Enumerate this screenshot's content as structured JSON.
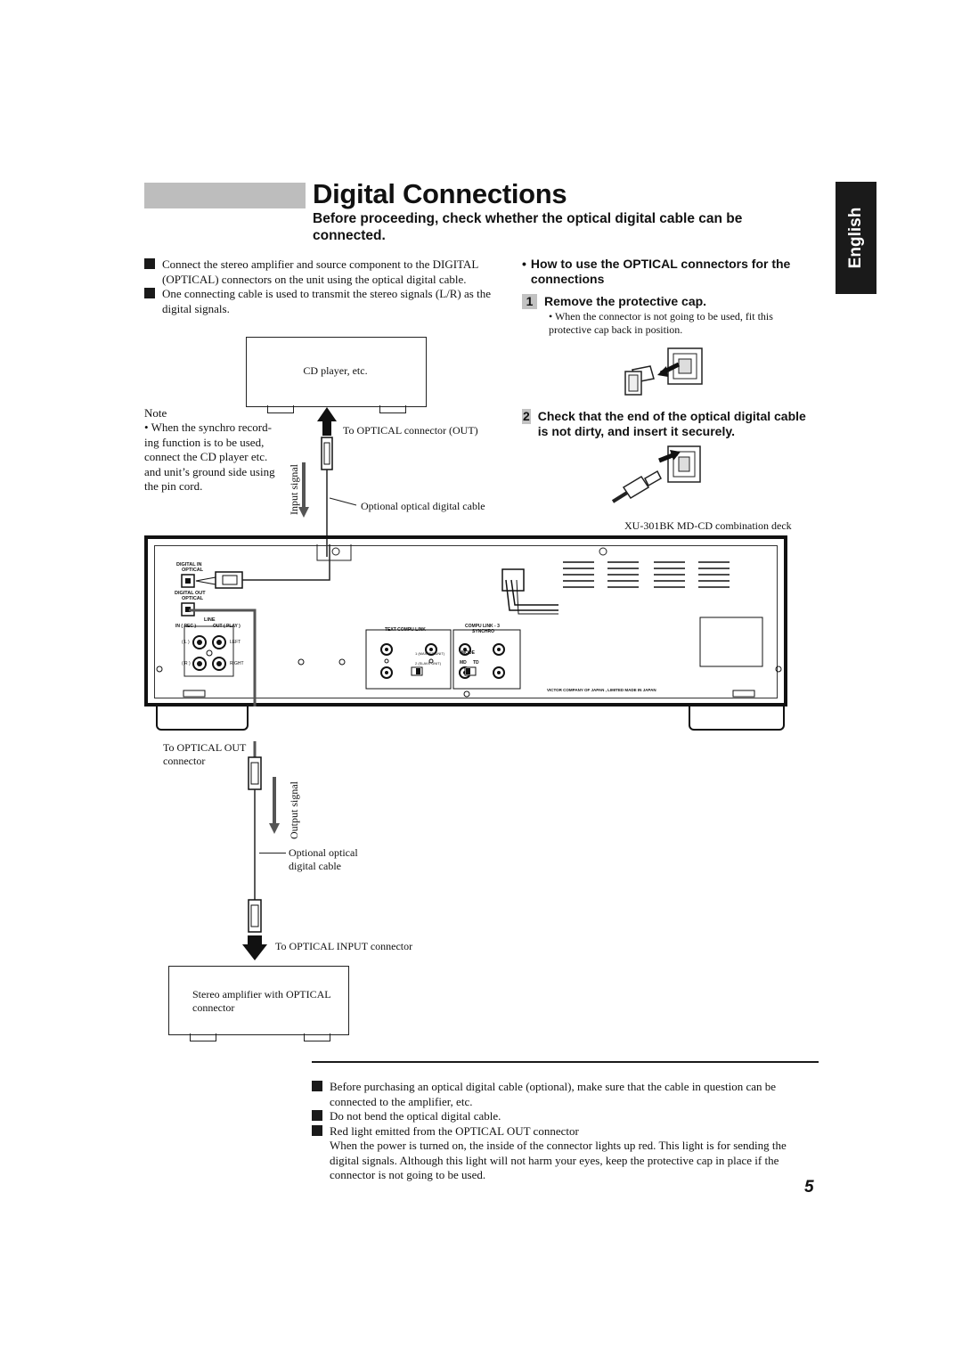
{
  "header": {
    "title": "Digital Connections",
    "lead": "Before proceeding, check whether the optical digital cable can be connected.",
    "language_tab": "English"
  },
  "intro": {
    "items": [
      "Connect the stereo amplifier and source component to the DIGITAL (OPTICAL) connectors on the unit using the optical digital cable.",
      "One connecting cable is used to transmit the stereo signals (L/R) as the digital signals."
    ]
  },
  "note": {
    "title": "Note",
    "body": "• When the synchro record- ing function is to be used, connect the CD player etc. and unit’s ground side using the pin cord."
  },
  "howto": {
    "heading": "How to use the OPTICAL connectors for the connections",
    "bullet": "•",
    "steps": [
      {
        "num": "1",
        "text": "Remove the protective cap.",
        "detail": "• When the connector is not going to be used, fit this protective cap back in position."
      },
      {
        "num": "2",
        "text": "Check that the end of the optical digital cable is not dirty, and insert it securely."
      }
    ]
  },
  "diagram": {
    "cd_player": "CD player, etc.",
    "to_optical_out_upper": "To OPTICAL connector (OUT)",
    "input_signal": "Input signal",
    "optional_cable_upper": "Optional optical digital cable",
    "deck_caption": "XU-301BK MD-CD combination deck",
    "to_optical_out_lower": "To  OPTICAL OUT connector",
    "output_signal": "Output signal",
    "optional_cable_lower": "Optional optical digital cable",
    "to_optical_input": "To OPTICAL INPUT connector",
    "amplifier": "Stereo amplifier with OPTICAL connector",
    "panel": {
      "digital_in": "DIGITAL    IN",
      "optical_1": "OPTICAL",
      "digital_out": "DIGITAL    OUT",
      "optical_2": "OPTICAL",
      "line": "LINE",
      "in_rec": "IN ( REC )",
      "out_play": "OUT ( PLAY )",
      "l": "( L )",
      "r": "( R )",
      "left": "LEFT",
      "right": "RIGHT",
      "text_compu_link": "TEXT COMPU LINK",
      "compu_link": "COMPU   LINK - 3",
      "synchro": "SYNCHRO",
      "master": "1 (MASTER UNIT)",
      "slave": "2 (SLAVE UNIT)",
      "mode": "MODE",
      "md": "MD",
      "td": "TD",
      "maker": "VICTOR  COMPANY  OF  JAPAN , LIMITED   MADE  IN  JAPAN"
    }
  },
  "bottom_notes": {
    "items": [
      "Before purchasing an optical digital cable (optional), make sure that the cable in question can be connected to the amplifier, etc.",
      "Do not bend the optical digital cable.",
      "Red light emitted from the OPTICAL OUT connector"
    ],
    "extra": "When the power is turned on, the inside of the connector lights up red.  This light is for sending the digital signals.  Although this light will not harm your eyes, keep the protective cap in place if the connector is not going to be used."
  },
  "page_number": "5"
}
